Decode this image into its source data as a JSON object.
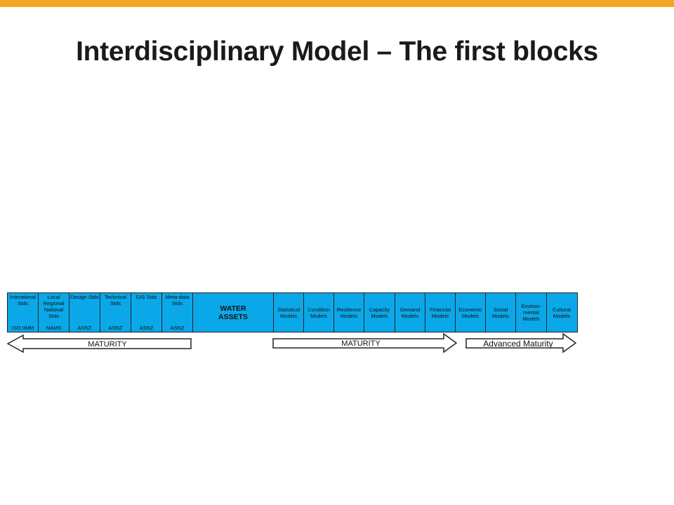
{
  "title": "Interdisciplinary Model – The first blocks",
  "colors": {
    "accent_bar": "#f5a623",
    "block_fill": "#0aa8e8"
  },
  "standards": [
    {
      "name": "Interational Stds",
      "sub": "ISO IIMM"
    },
    {
      "name": "Local Regional National Stds",
      "sub": "NAMS"
    },
    {
      "name": "Design Stds",
      "sub": "ASNZ"
    },
    {
      "name": "Technical Stds",
      "sub": "ASNZ"
    },
    {
      "name": "GIS Stds",
      "sub": "ASNZ"
    },
    {
      "name": "Meta-data Stds",
      "sub": "ASNZ"
    }
  ],
  "center_block": "WATER ASSETS",
  "models": [
    "Statistical Models",
    "Condition Models",
    "Resilience Models",
    "Capacity Models",
    "Demand Models",
    "Financial Models",
    "Economic Models",
    "Social Models",
    "Environ-mental Models",
    "Cultural Models"
  ],
  "arrows": {
    "left": "MATURITY",
    "middle": "MATURITY",
    "right": "Advanced Maturity"
  }
}
